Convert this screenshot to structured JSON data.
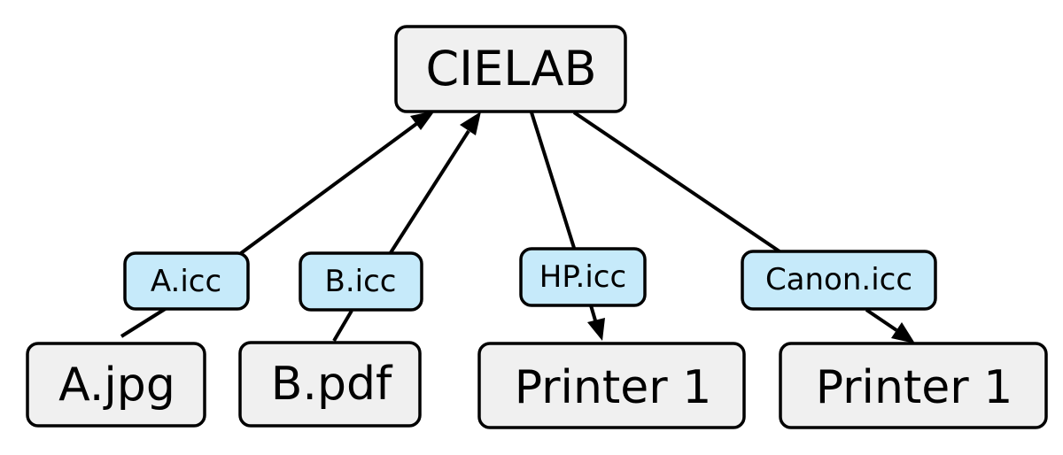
{
  "colors": {
    "node_fill": "#f0f0f0",
    "profile_fill": "#c6eafa",
    "stroke": "#000000",
    "text": "#000000",
    "background": "#ffffff"
  },
  "nodes": {
    "cielab": {
      "label": "CIELAB"
    },
    "a_jpg": {
      "label": "A.jpg"
    },
    "b_pdf": {
      "label": "B.pdf"
    },
    "printer_1a": {
      "label": "Printer 1"
    },
    "printer_1b": {
      "label": "Printer 1"
    }
  },
  "profiles": {
    "a_icc": {
      "label": "A.icc"
    },
    "b_icc": {
      "label": "B.icc"
    },
    "hp_icc": {
      "label": "HP.icc"
    },
    "canon_icc": {
      "label": "Canon.icc"
    }
  },
  "edges": [
    {
      "from": "A.jpg",
      "via": "A.icc",
      "to": "CIELAB"
    },
    {
      "from": "B.pdf",
      "via": "B.icc",
      "to": "CIELAB"
    },
    {
      "from": "CIELAB",
      "via": "HP.icc",
      "to": "Printer 1"
    },
    {
      "from": "CIELAB",
      "via": "Canon.icc",
      "to": "Printer 1"
    }
  ]
}
